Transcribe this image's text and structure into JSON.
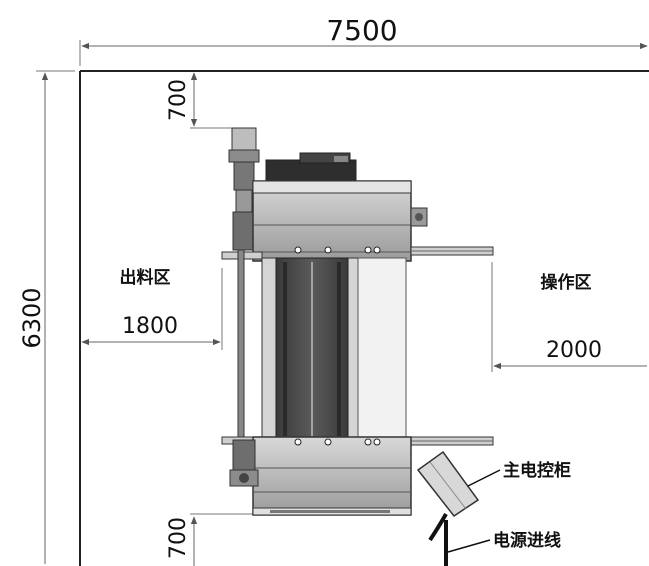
{
  "dimensions": {
    "total_width": "7500",
    "total_height": "6300",
    "top_clearance": "700",
    "bottom_clearance": "700",
    "left_clearance": "1800",
    "right_clearance": "2000"
  },
  "zones": {
    "outfeed": "出料区",
    "operation": "操作区"
  },
  "callouts": {
    "control_cabinet": "主电控柜",
    "power_inlet": "电源进线"
  }
}
